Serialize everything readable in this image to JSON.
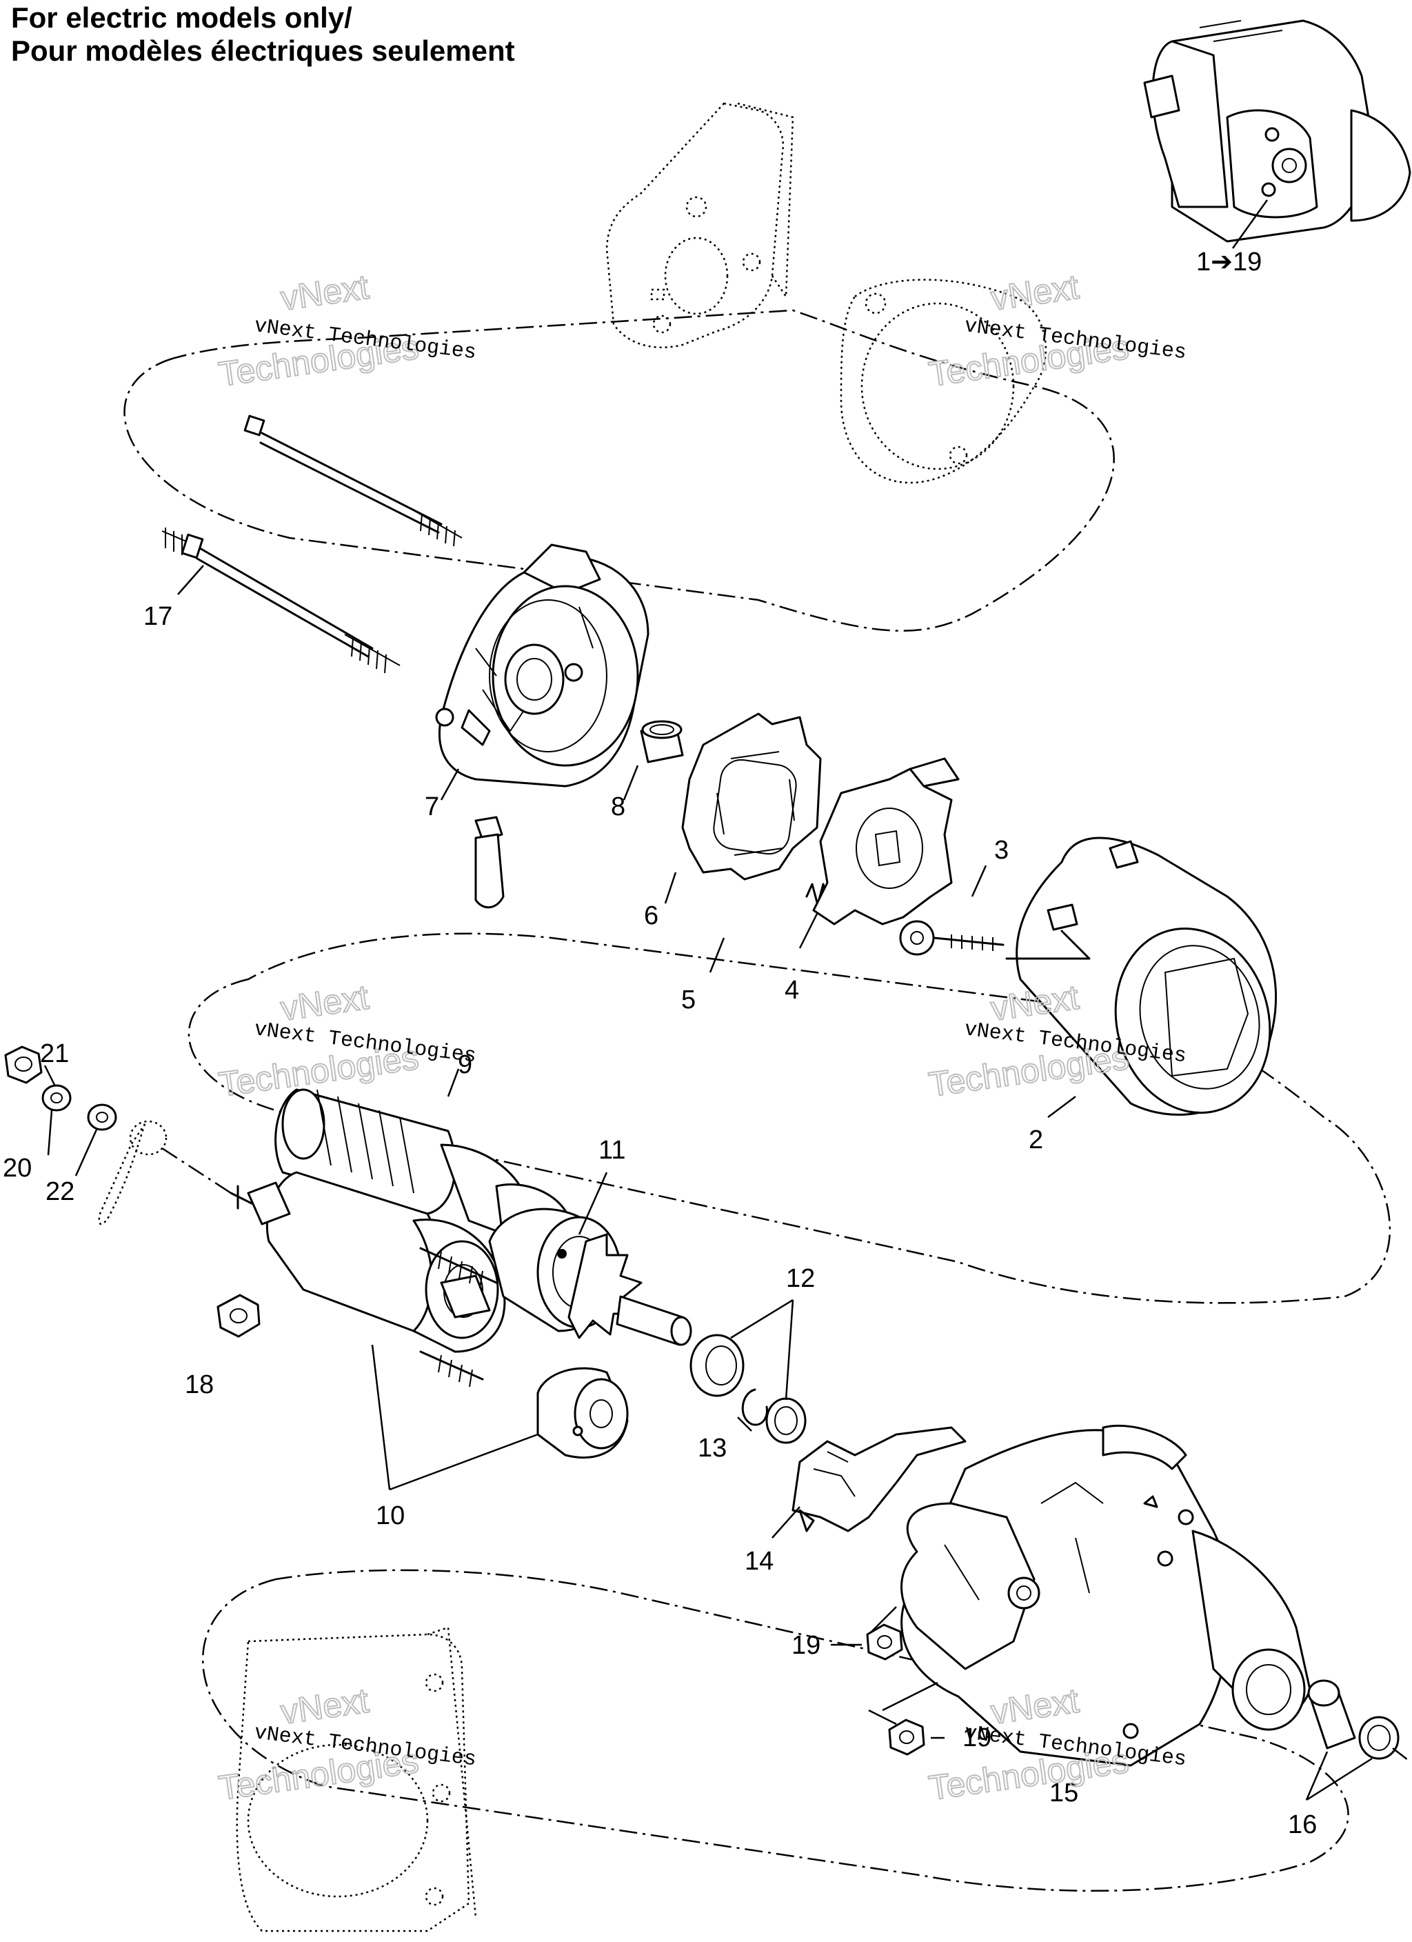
{
  "header": {
    "title_line1": "For electric models only/",
    "title_line2": "Pour modèles électriques seulement"
  },
  "inset": {
    "label": "1➔19"
  },
  "callouts": {
    "c2": "2",
    "c3": "3",
    "c4": "4",
    "c5": "5",
    "c6": "6",
    "c7": "7",
    "c8": "8",
    "c9": "9",
    "c10": "10",
    "c11": "11",
    "c12": "12",
    "c13": "13",
    "c14": "14",
    "c15": "15",
    "c16": "16",
    "c17": "17",
    "c18": "18",
    "c19a": "19",
    "c19b": "19",
    "c20": "20",
    "c21": "21",
    "c22": "22"
  },
  "watermark": {
    "line": "vNext Technologies",
    "outline_top": "vNext",
    "outline_bottom": "Technologies"
  }
}
